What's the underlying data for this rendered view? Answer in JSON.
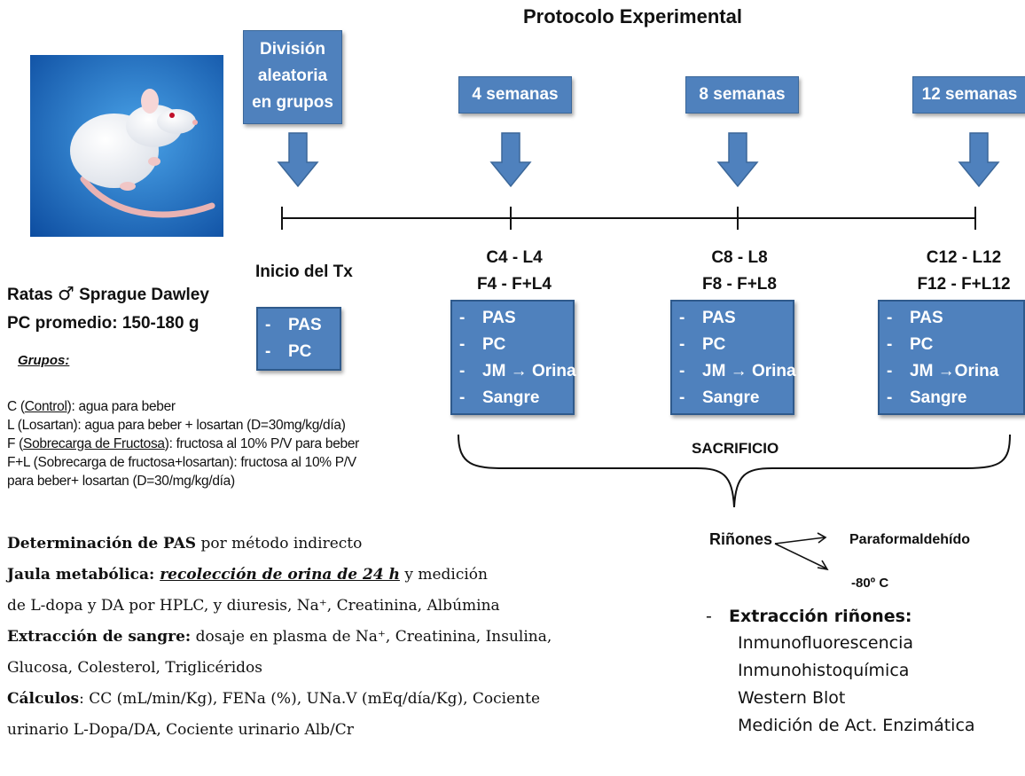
{
  "title": "Protocolo Experimental",
  "top_boxes": {
    "division": [
      "División",
      "aleatoria",
      "en grupos"
    ],
    "w4": "4 semanas",
    "w8": "8 semanas",
    "w12": "12 semanas"
  },
  "timeline": {
    "start": "Inicio del Tx",
    "g4": [
      "C4 - L4",
      "F4 - F+L4"
    ],
    "g8": [
      "C8 - L8",
      "F8 - F+L8"
    ],
    "g12": [
      "C12 - L12",
      "F12 - F+L12"
    ]
  },
  "start_box": [
    "PAS",
    "PC"
  ],
  "week_box": [
    "PAS",
    "PC",
    "JM → Orina",
    "Sangre"
  ],
  "week12_box": [
    "PAS",
    "PC",
    "JM →Orina",
    "Sangre"
  ],
  "dash": "-",
  "sacrificio": "SACRIFICIO",
  "kidneys": {
    "label": "Riñones",
    "dest1": "Paraformaldehído",
    "dest2": "-80º C"
  },
  "extraction": {
    "dash": "-",
    "title": "Extracción riñones:",
    "items": [
      "Inmunofluorescencia",
      "Inmunohistoquímica",
      "Western Blot",
      "Medición de Act. Enzimática"
    ]
  },
  "rats": {
    "line1_a": "Ratas ",
    "male_symbol": "♂",
    "line1_b": " Sprague Dawley",
    "line2": "PC promedio: 150-180 g"
  },
  "groups": {
    "heading": "Grupos:",
    "c_a": "C (",
    "c_u": "Control",
    "c_b": "): agua para beber",
    "l": "L (Losartan): agua para beber + losartan (D=30mg/kg/día)",
    "f_a": "F (",
    "f_u": "Sobrecarga de Fructosa",
    "f_b": "): fructosa al 10% P/V para beber",
    "fl1": "F+L (Sobrecarga de fructosa+losartan): fructosa al 10% P/V",
    "fl2": "para beber+ losartan (D=30/mg/kg/día)"
  },
  "methods": {
    "pas_b": "Determinación de PAS",
    "pas_r": " por método indirecto",
    "jaula_b": "Jaula metabólica: ",
    "jaula_u": "recolección de orina de 24 h",
    "jaula_r": "  y medición",
    "ldopa": "de L-dopa y DA por HPLC, y diuresis, Na⁺, Creatinina, Albúmina",
    "sangre_b": "Extracción de sangre:",
    "sangre_r": " dosaje en plasma de Na⁺, Creatinina, Insulina,",
    "glucosa": "Glucosa, Colesterol, Triglicéridos",
    "calc_b": "Cálculos",
    "calc_r": ": CC (mL/min/Kg), FENa (%), UNa.V (mEq/día/Kg), Cociente",
    "urinario": "urinario L-Dopa/DA,  Cociente urinario Alb/Cr"
  }
}
